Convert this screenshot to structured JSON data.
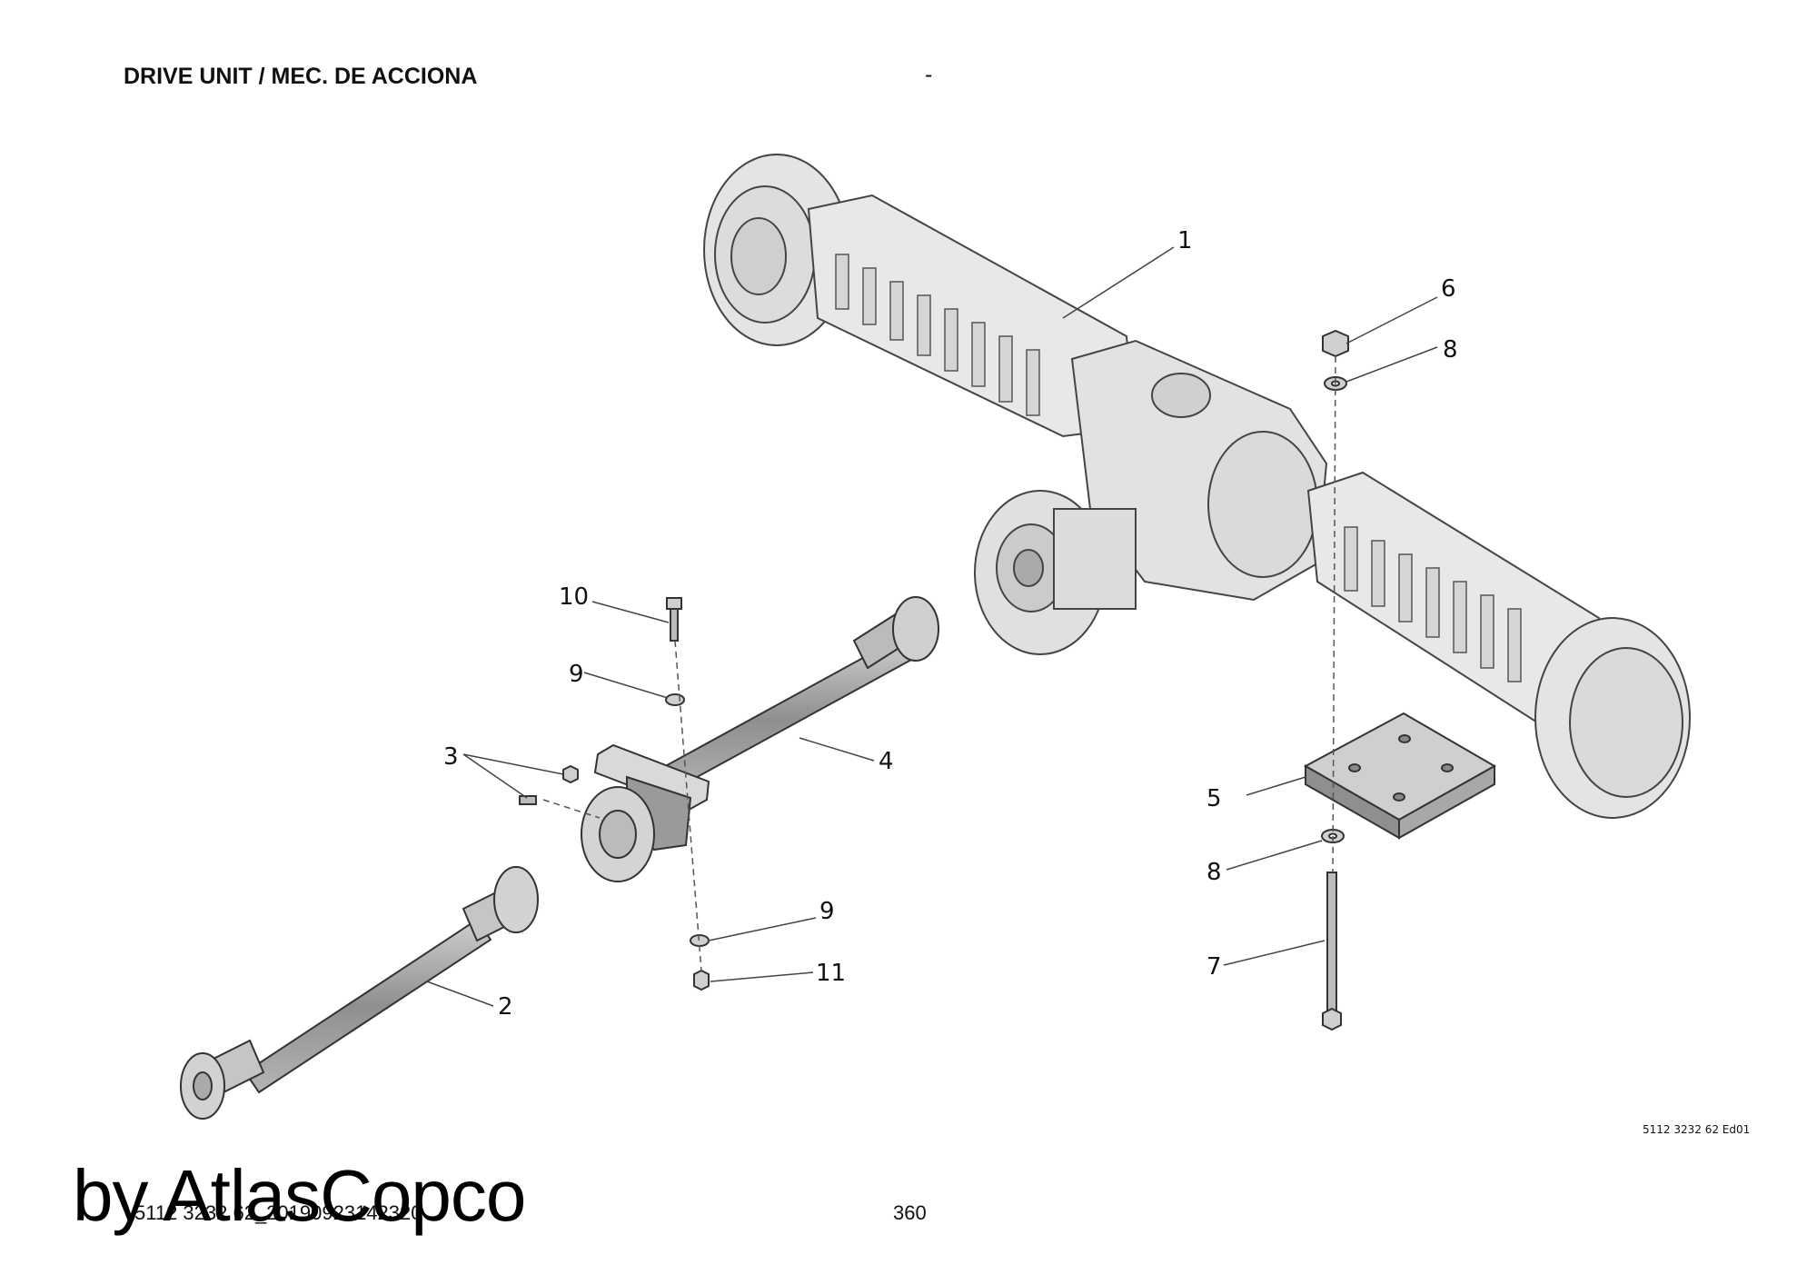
{
  "header": {
    "title": "DRIVE UNIT / MEC. DE ACCIONA",
    "separator": "-"
  },
  "diagram": {
    "callouts": [
      {
        "id": "c1",
        "text": "1"
      },
      {
        "id": "c2",
        "text": "2"
      },
      {
        "id": "c3",
        "text": "3"
      },
      {
        "id": "c4",
        "text": "4"
      },
      {
        "id": "c5",
        "text": "5"
      },
      {
        "id": "c6",
        "text": "6"
      },
      {
        "id": "c7",
        "text": "7"
      },
      {
        "id": "c8a",
        "text": "8"
      },
      {
        "id": "c8b",
        "text": "8"
      },
      {
        "id": "c9a",
        "text": "9"
      },
      {
        "id": "c9b",
        "text": "9"
      },
      {
        "id": "c10",
        "text": "10"
      },
      {
        "id": "c11",
        "text": "11"
      }
    ],
    "drawing_code": "5112 3232 62 Ed01"
  },
  "footer": {
    "reference": "5112 3232 62_20190923142320",
    "page_number": "360"
  },
  "watermark": "by AtlasCopco"
}
